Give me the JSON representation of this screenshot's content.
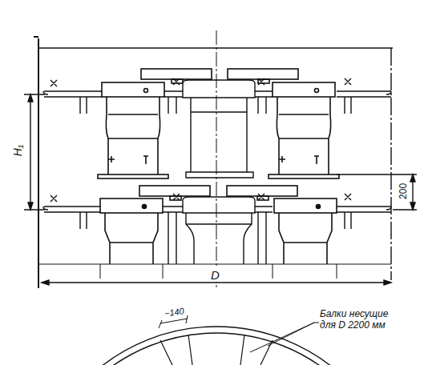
{
  "diagram": {
    "labels": [
      "H₁",
      "200",
      "D",
      "Балки несущие для D 2200 мм",
      "~140"
    ]
  }
}
